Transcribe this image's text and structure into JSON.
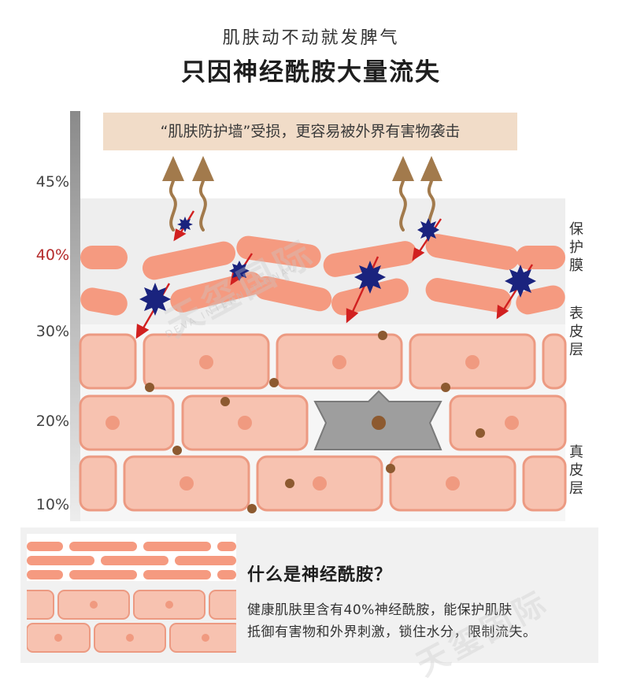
{
  "header": {
    "subtitle": "肌肤动不动就发脾气",
    "title": "只因神经酰胺大量流失"
  },
  "callout": {
    "text": "“肌肤防护墙”受损，更容易被外界有害物袭击"
  },
  "scale": {
    "labels": [
      "45%",
      "40%",
      "30%",
      "20%",
      "10%"
    ],
    "highlight_color": "#b42a2a"
  },
  "layers": {
    "protective": [
      "保",
      "护",
      "膜"
    ],
    "epidermis": [
      "表",
      "皮",
      "层"
    ],
    "dermis": [
      "真",
      "皮",
      "层"
    ]
  },
  "watermark": {
    "brand": "天玺国际",
    "sub": "DEVA INTERNATIONAL"
  },
  "info": {
    "title": "什么是神经酰胺？",
    "line1": "健康肌肤里含有40%神经酰胺，能保护肌肤",
    "line2": "抵御有害物和外界刺激，锁住水分，限制流失。"
  },
  "colors": {
    "skin_cell": "#f7c2b0",
    "skin_cell_border": "#ec9a82",
    "nucleus": "#f09a80",
    "ceramide_bar": "#f59a80",
    "germ": "#1a237e",
    "arrow": "#d12020",
    "moisture": "#a27a4c",
    "dot": "#8d5a30",
    "melanocyte": "#9e9e9e"
  }
}
